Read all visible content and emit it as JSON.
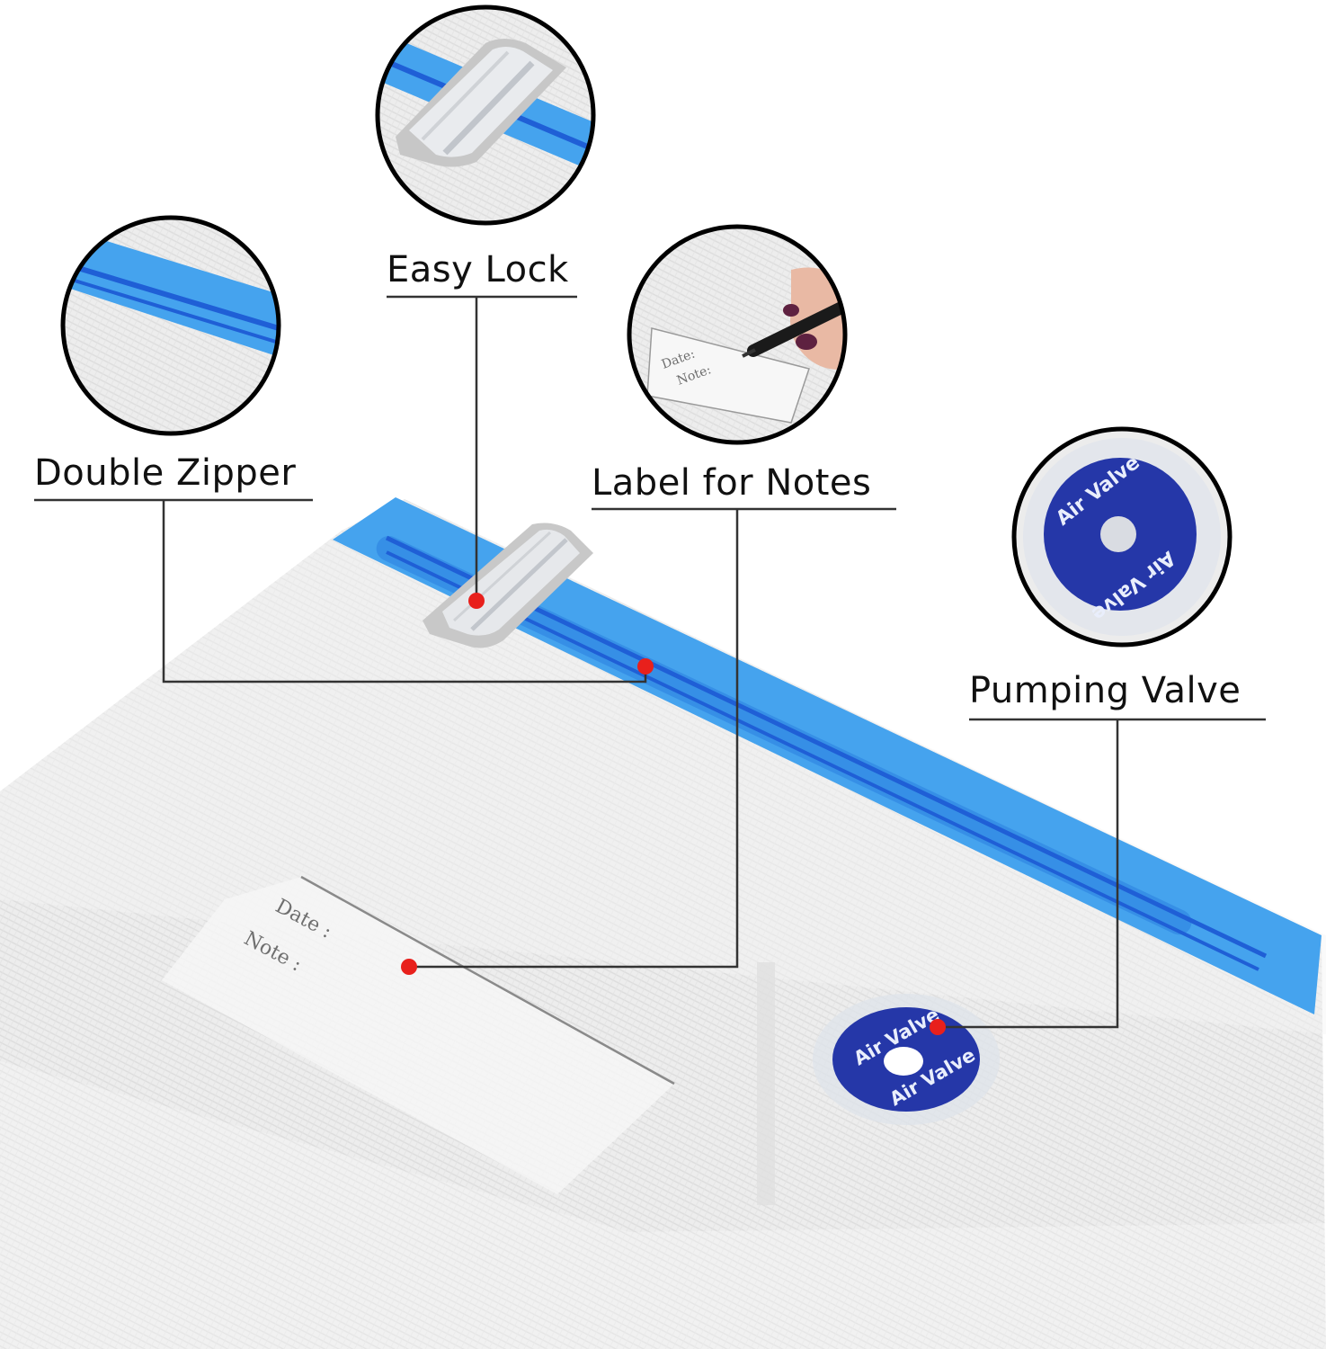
{
  "callouts": {
    "easy_lock": "Easy Lock",
    "double_zipper": "Double Zipper",
    "label_for_notes": "Label for Notes",
    "pumping_valve": "Pumping Valve"
  },
  "bag": {
    "date_label": "Date :",
    "note_label": "Note :",
    "valve_text_top": "Air Valve",
    "valve_text_bottom": "Air Valve"
  },
  "zoom": {
    "label_date": "Date:",
    "label_note": "Note:",
    "valve_text_top": "Air Valve",
    "valve_text_bottom": "Air Valve"
  },
  "colors": {
    "zipper_blue": "#3d9ae8",
    "zipper_dark": "#1f5fd6",
    "valve_blue": "#2537a8",
    "marker_red": "#e8201c",
    "leader_line": "#333333"
  },
  "icons": [
    "zipper-zoom-icon",
    "lock-clip-zoom-icon",
    "label-zoom-icon",
    "valve-zoom-icon",
    "pen-hand-icon"
  ]
}
